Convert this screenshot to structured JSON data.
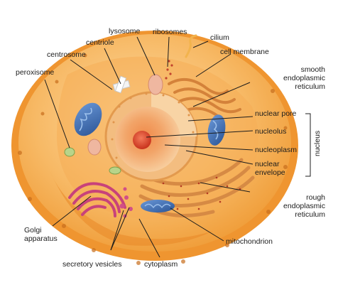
{
  "labels": {
    "lysosome": "lysosome",
    "ribosomes": "ribosomes",
    "cilium": "cilium",
    "centriole": "centriole",
    "cell_membrane": "cell membrane",
    "centrosome": "centrosome",
    "smooth_er": [
      "smooth",
      "endoplasmic",
      "reticulum"
    ],
    "peroxisome": "peroxisome",
    "nuclear_pore": "nuclear pore",
    "nucleolus": "nucleolus",
    "nucleoplasm": "nucleoplasm",
    "nuclear_envelope": [
      "nuclear",
      "envelope"
    ],
    "nucleus": "nucleus",
    "rough_er": [
      "rough",
      "endoplasmic",
      "reticulum"
    ],
    "golgi": [
      "Golgi",
      "apparatus"
    ],
    "mitochondrion": "mitochondrion",
    "secretory_vesicles": "secretory vesicles",
    "cytoplasm": "cytoplasm"
  },
  "colors": {
    "membrane_outer": "#f5a23a",
    "cytoplasm": "#f7b965",
    "cytoplasm_light": "#fbd59a",
    "nucleus": "#f6c98d",
    "nucleolus": "#e8492c",
    "mitochondria": "#3d6fb8",
    "golgi": "#c8427a",
    "er": "#d9893e",
    "leader": "#1c1c1c"
  }
}
